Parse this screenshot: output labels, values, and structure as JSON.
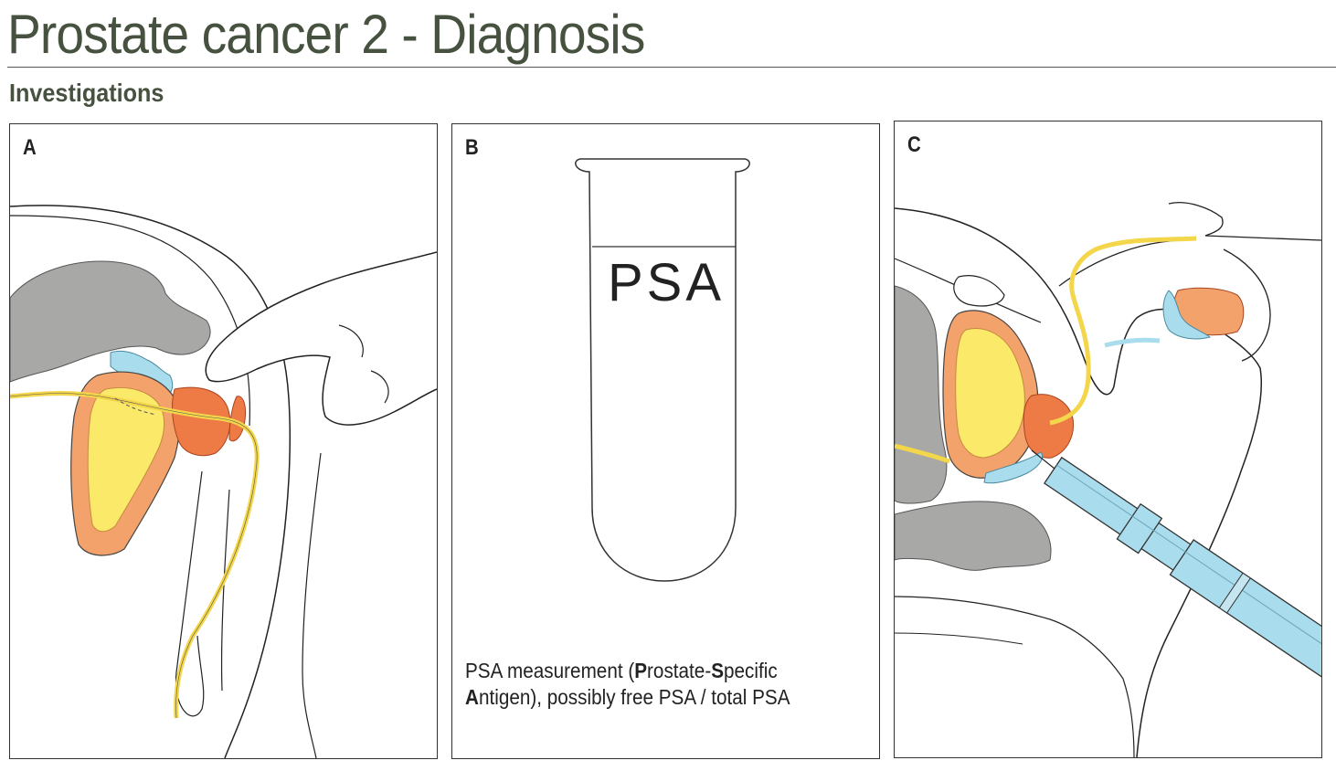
{
  "page": {
    "title": "Prostate cancer 2 - Diagnosis",
    "subtitle": "Investigations"
  },
  "panels": [
    {
      "label": "A"
    },
    {
      "label": "B",
      "tube_text": "PSA",
      "caption_line1": "PSA measurement (Prostate-Specific",
      "caption_line2": "Antigen), possibly free PSA / total PSA"
    },
    {
      "label": "C"
    }
  ],
  "colors": {
    "heading": "#46523f",
    "bladder_wall": "#f3a26b",
    "bladder_lumen": "#fbe96a",
    "prostate": "#ee7a45",
    "rectum": "#a8a8a6",
    "seminal": "#a9dcec",
    "urethra": "#f4d64b",
    "probe": "#a9dcec"
  }
}
